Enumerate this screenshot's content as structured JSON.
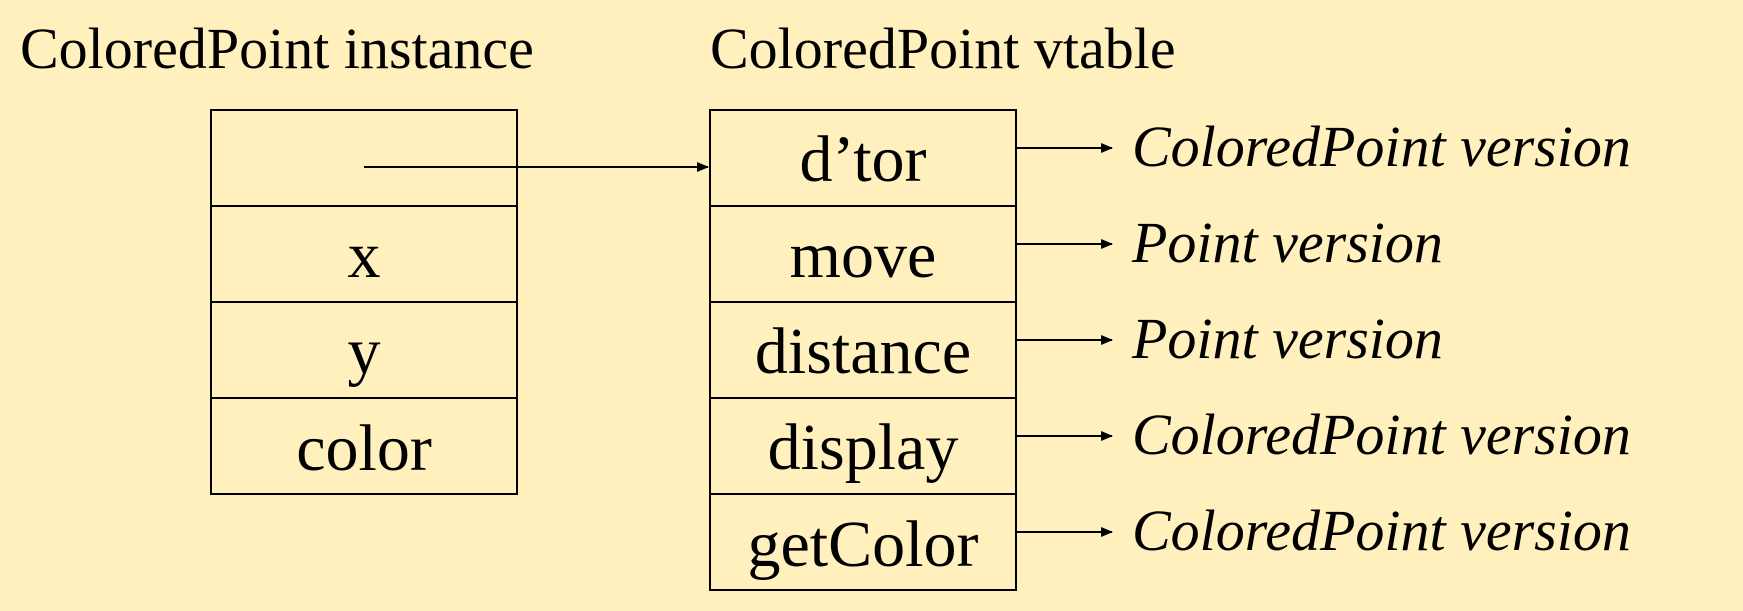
{
  "instance": {
    "title": "ColoredPoint instance",
    "fields": [
      "",
      "x",
      "y",
      "color"
    ]
  },
  "vtable": {
    "title": "ColoredPoint vtable",
    "entries": [
      {
        "label": "d’tor",
        "target": "ColoredPoint version"
      },
      {
        "label": "move",
        "target": "Point version"
      },
      {
        "label": "distance",
        "target": "Point version"
      },
      {
        "label": "display",
        "target": "ColoredPoint version"
      },
      {
        "label": "getColor",
        "target": "ColoredPoint version"
      }
    ]
  }
}
